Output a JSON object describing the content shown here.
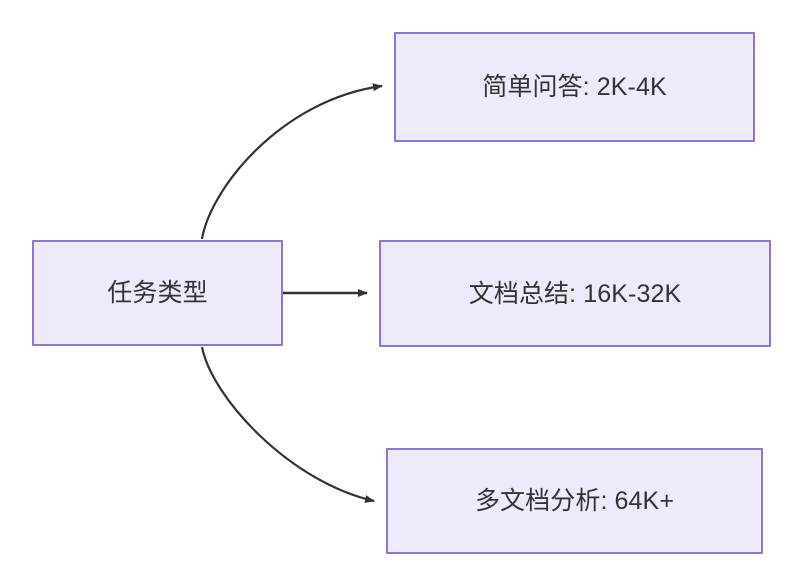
{
  "diagram": {
    "type": "flowchart",
    "direction": "left-to-right",
    "theme": {
      "node_fill": "#ECEAFB",
      "node_border": "#9073DB",
      "node_text": "#333333",
      "edge_stroke": "#333333",
      "background": "#FFFFFF"
    },
    "nodes": [
      {
        "id": "root",
        "label": "任务类型"
      },
      {
        "id": "simple-qa",
        "label": "简单问答: 2K-4K"
      },
      {
        "id": "doc-sum",
        "label": "文档总结: 16K-32K"
      },
      {
        "id": "multi-doc",
        "label": "多文档分析: 64K+"
      }
    ],
    "edges": [
      {
        "id": "edge-root-simple-qa",
        "from": "root",
        "to": "simple-qa",
        "label": "",
        "style": "curved",
        "arrowhead": "triangle"
      },
      {
        "id": "edge-root-doc-sum",
        "from": "root",
        "to": "doc-sum",
        "label": "",
        "style": "straight",
        "arrowhead": "triangle"
      },
      {
        "id": "edge-root-multi-doc",
        "from": "root",
        "to": "multi-doc",
        "label": "",
        "style": "curved",
        "arrowhead": "triangle"
      }
    ]
  }
}
